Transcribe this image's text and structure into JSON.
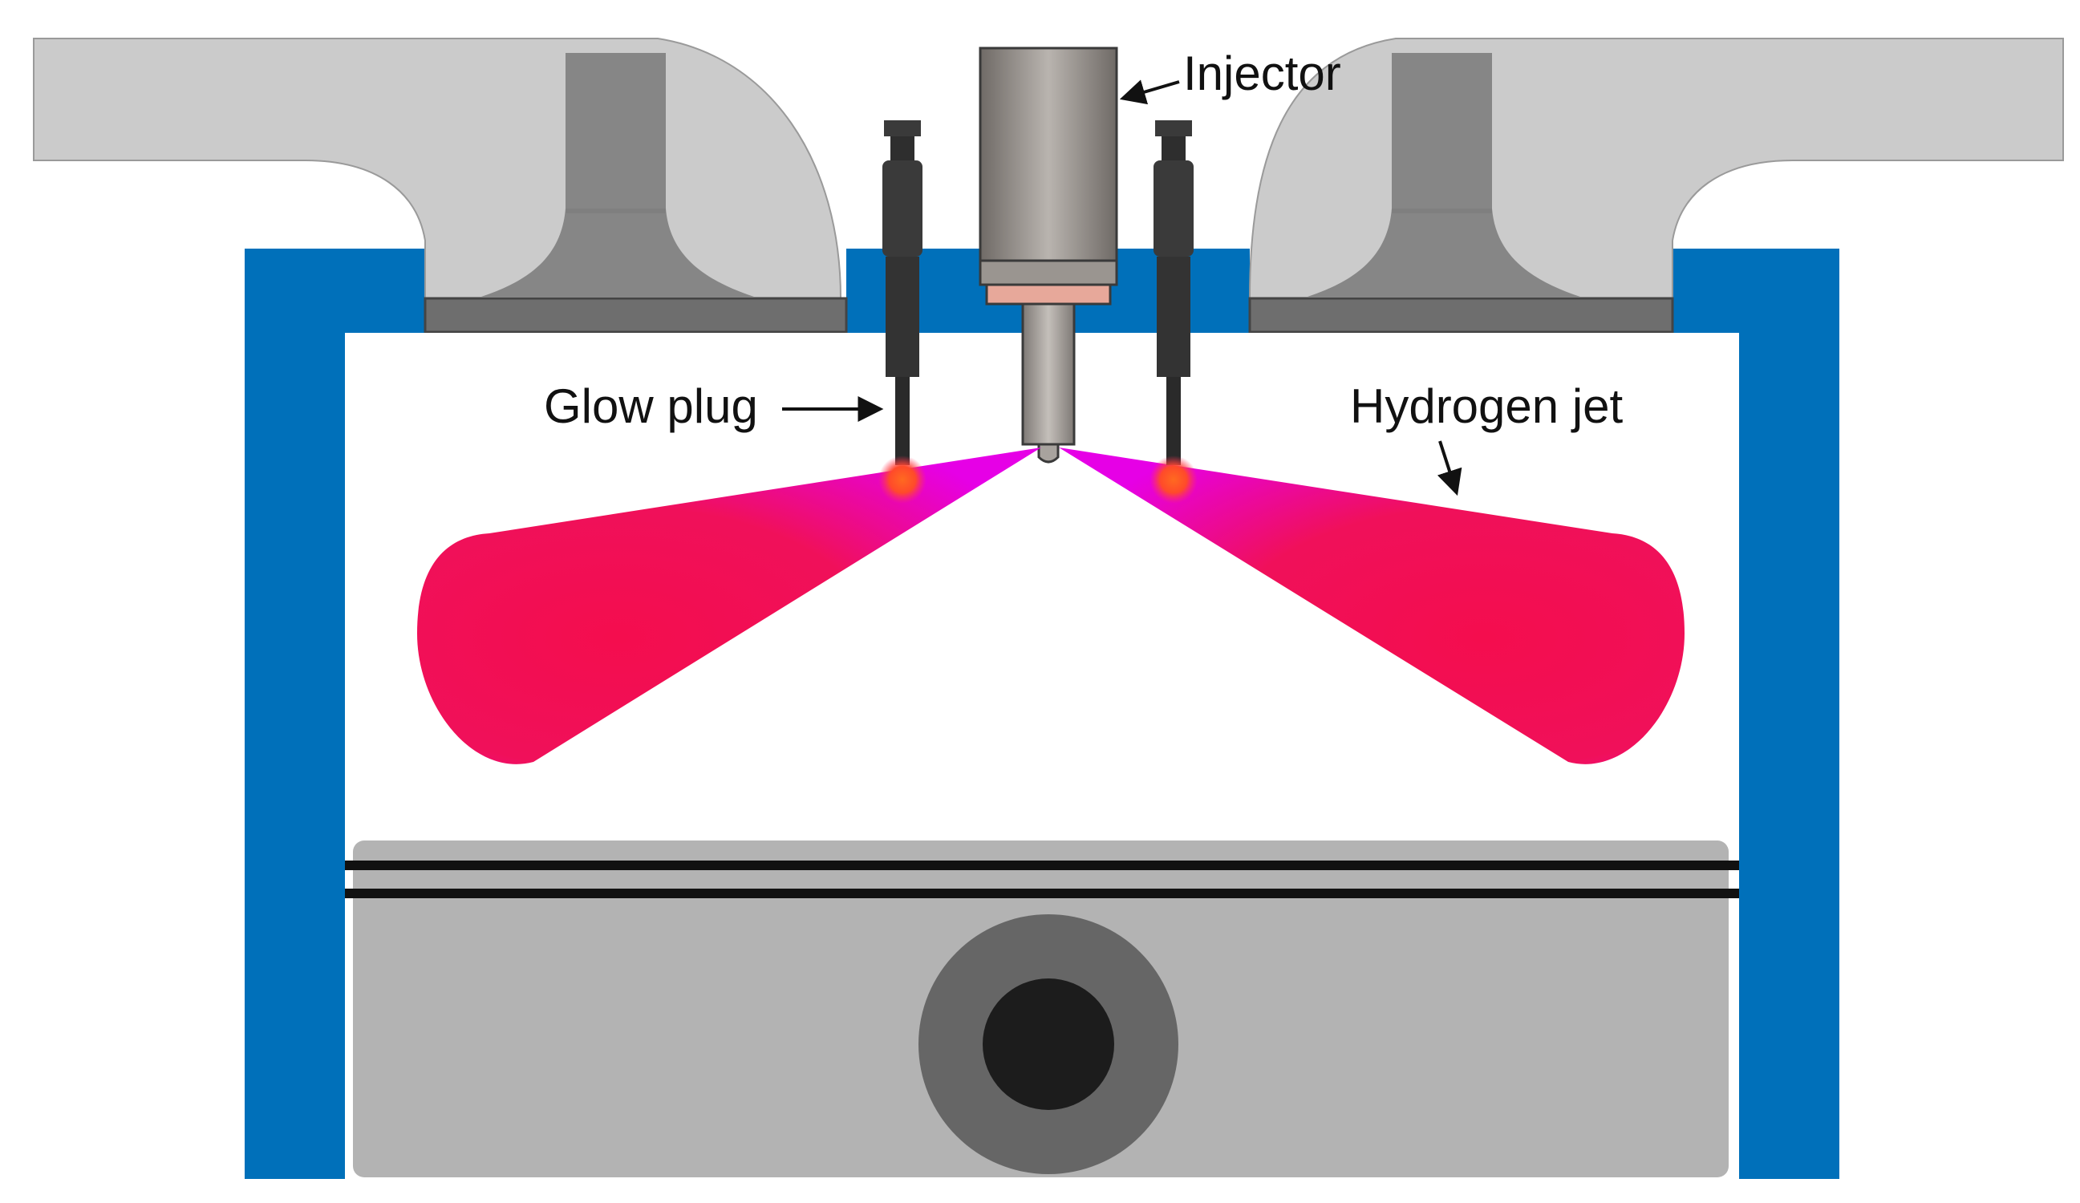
{
  "labels": {
    "injector": "Injector",
    "glow_plug": "Glow plug",
    "hydrogen_jet": "Hydrogen jet"
  },
  "colors": {
    "cylinder_wall": "#0070BA",
    "port": "#C8C8C8",
    "valve": "#7A7A7A",
    "valve_dark": "#5C5C5C",
    "injector_body": "#8F8A86",
    "injector_nozzle": "#A8A39E",
    "injector_washer": "#E7A89A",
    "glow_plug": "#3A3A3A",
    "glow_tip": "#FF5A1E",
    "jet_core": "#F40D4E",
    "jet_edge": "#E600E6",
    "piston": "#B3B3B3",
    "piston_ring": "#111111",
    "pin_outer": "#666666",
    "pin_inner": "#1C1C1C"
  },
  "icons": {
    "arrow": "arrow-icon"
  }
}
